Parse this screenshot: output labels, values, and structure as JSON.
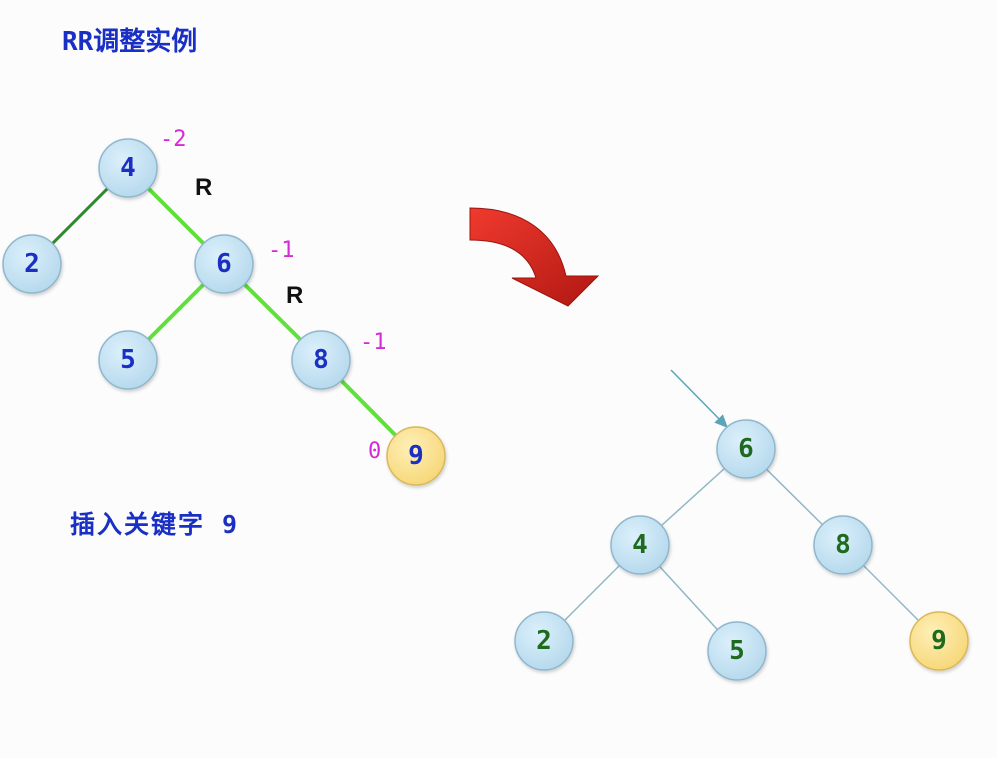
{
  "title": "RR调整实例",
  "caption": "插入关键字 9",
  "colors": {
    "node_fill": "#bfe0f2",
    "node_stroke": "#8fb6cc",
    "new_node_fill": "#fbe08e",
    "new_node_stroke": "#d9b85a",
    "left_node_text": "#1a2fc4",
    "right_node_text": "#1e6a1e",
    "highlight_edge": "#5fe03a",
    "normal_edge": "#2e8a2e",
    "result_edge": "#8fb8c4",
    "balance_factor": "#d62ad6",
    "arrow": "#d8241c"
  },
  "before_tree": {
    "nodes": [
      {
        "id": "n4",
        "label": "4",
        "balance": "-2",
        "rotation": "R"
      },
      {
        "id": "n2",
        "label": "2"
      },
      {
        "id": "n6",
        "label": "6",
        "balance": "-1",
        "rotation": "R"
      },
      {
        "id": "n5",
        "label": "5"
      },
      {
        "id": "n8",
        "label": "8",
        "balance": "-1"
      },
      {
        "id": "n9",
        "label": "9",
        "balance": "0",
        "inserted": true
      }
    ],
    "edges": [
      {
        "from": "n4",
        "to": "n2",
        "highlight": false
      },
      {
        "from": "n4",
        "to": "n6",
        "highlight": true
      },
      {
        "from": "n6",
        "to": "n5",
        "highlight": true
      },
      {
        "from": "n6",
        "to": "n8",
        "highlight": true
      },
      {
        "from": "n8",
        "to": "n9",
        "highlight": true
      }
    ]
  },
  "after_tree": {
    "nodes": [
      {
        "id": "m6",
        "label": "6",
        "root_pointer": true
      },
      {
        "id": "m4",
        "label": "4"
      },
      {
        "id": "m8",
        "label": "8"
      },
      {
        "id": "m2",
        "label": "2"
      },
      {
        "id": "m5",
        "label": "5"
      },
      {
        "id": "m9",
        "label": "9",
        "inserted": true
      }
    ],
    "edges": [
      {
        "from": "m6",
        "to": "m4"
      },
      {
        "from": "m6",
        "to": "m8"
      },
      {
        "from": "m4",
        "to": "m2"
      },
      {
        "from": "m4",
        "to": "m5"
      },
      {
        "from": "m8",
        "to": "m9"
      }
    ]
  }
}
